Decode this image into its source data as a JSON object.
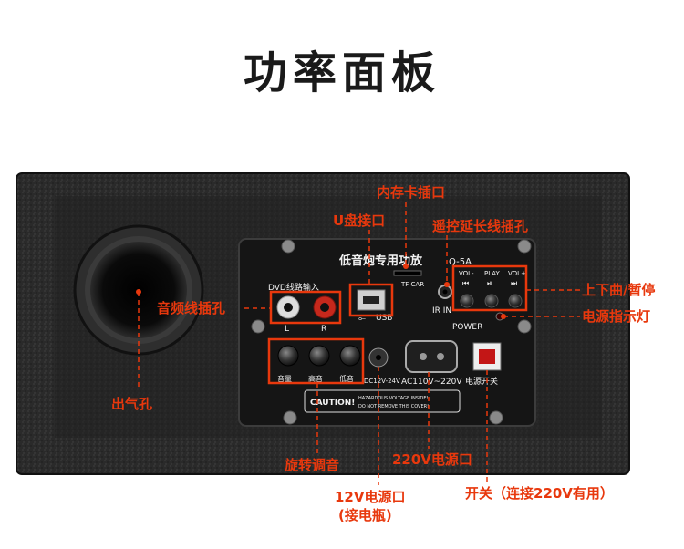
{
  "title": "功率面板",
  "panel": {
    "header": "低音炮专用功放",
    "model": "Q-5A",
    "dvd_input": "DVD线路输入",
    "tf_card": "TF CAR",
    "ir_in": "IR IN",
    "usb": "USB",
    "left": "L",
    "right": "R",
    "vol_minus": "VOL-",
    "play": "PLAY",
    "vol_plus": "VOL+",
    "power_indicator": "POWER",
    "knob_volume": "音量",
    "knob_treble": "高音",
    "knob_bass": "低音",
    "dc_label": "DC12V-24V",
    "ac_label": "AC110V~220V",
    "switch_label": "电源开关",
    "caution_title": "CAUTION!",
    "caution_line1": "HAZARDOUS VOLTAGE INSIDE!",
    "caution_line2": "DO NOT REMOVE THIS COVER!"
  },
  "callouts": {
    "memory_card_slot": "内存卡插口",
    "usb_port": "U盘接口",
    "remote_extension": "遥控延长线插孔",
    "audio_input": "音频线插孔",
    "track_pause": "上下曲/暂停",
    "power_light": "电源指示灯",
    "air_vent": "出气孔",
    "rotary_tuning": "旋转调音",
    "ac_port": "220V电源口",
    "dc_port_line1": "12V电源口",
    "dc_port_line2": "(接电瓶)",
    "switch": "开关（连接220V有用）"
  },
  "colors": {
    "accent": "#e8380d",
    "felt": "#262626",
    "panel": "#141414"
  }
}
